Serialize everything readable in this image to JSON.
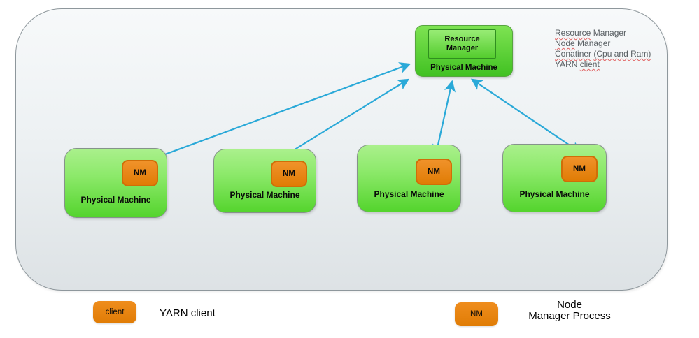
{
  "colors": {
    "machine_green_top": "#aaf08c",
    "machine_green_bottom": "#54d42d",
    "rm_green_top": "#7ee352",
    "rm_green_bottom": "#41c122",
    "nm_orange": "#e8830e",
    "nm_orange_border": "#cf6e08",
    "arrow_cyan": "#2aa9d8",
    "panel_border": "#8e979c",
    "note_text_gray": "#595f63",
    "misspell_underline_red": "#e06060"
  },
  "resource_manager": {
    "inner_label": "Resource Manager",
    "machine_label": "Physical Machine"
  },
  "machines": [
    {
      "label": "Physical Machine",
      "nm_label": "NM"
    },
    {
      "label": "Physical Machine",
      "nm_label": "NM"
    },
    {
      "label": "Physical Machine",
      "nm_label": "NM"
    },
    {
      "label": "Physical Machine",
      "nm_label": "NM"
    }
  ],
  "notes": {
    "lines": [
      {
        "segs": [
          {
            "t": "Resource"
          },
          {
            "t": " Manager"
          }
        ]
      },
      {
        "segs": [
          {
            "t": "Node"
          },
          {
            "t": " Manager"
          }
        ]
      },
      {
        "segs": [
          {
            "t": "Conatiner"
          },
          {
            "t": " "
          },
          {
            "t": "(Cpu and Ram)"
          }
        ]
      },
      {
        "segs": [
          {
            "t": "YARN "
          },
          {
            "t": "client"
          }
        ]
      }
    ]
  },
  "legend": {
    "client": {
      "box_label": "client",
      "label": "YARN client"
    },
    "nm": {
      "box_label": "NM",
      "label_line1": "Node",
      "label_line2": "Manager Process"
    }
  }
}
